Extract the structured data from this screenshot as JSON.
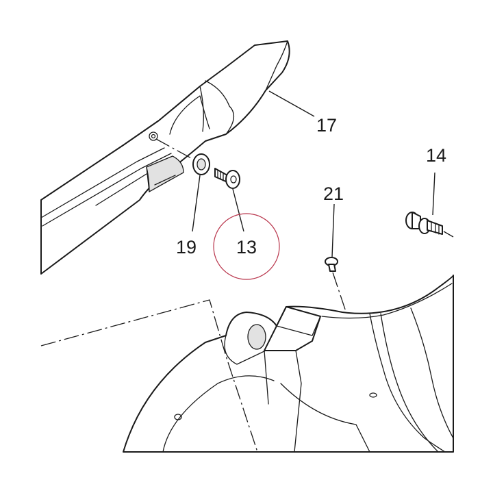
{
  "callouts": {
    "c17": "17",
    "c14": "14",
    "c21": "21",
    "c19": "19",
    "c13": "13"
  },
  "highlight": {
    "target": "13",
    "color": "#b8334a"
  }
}
